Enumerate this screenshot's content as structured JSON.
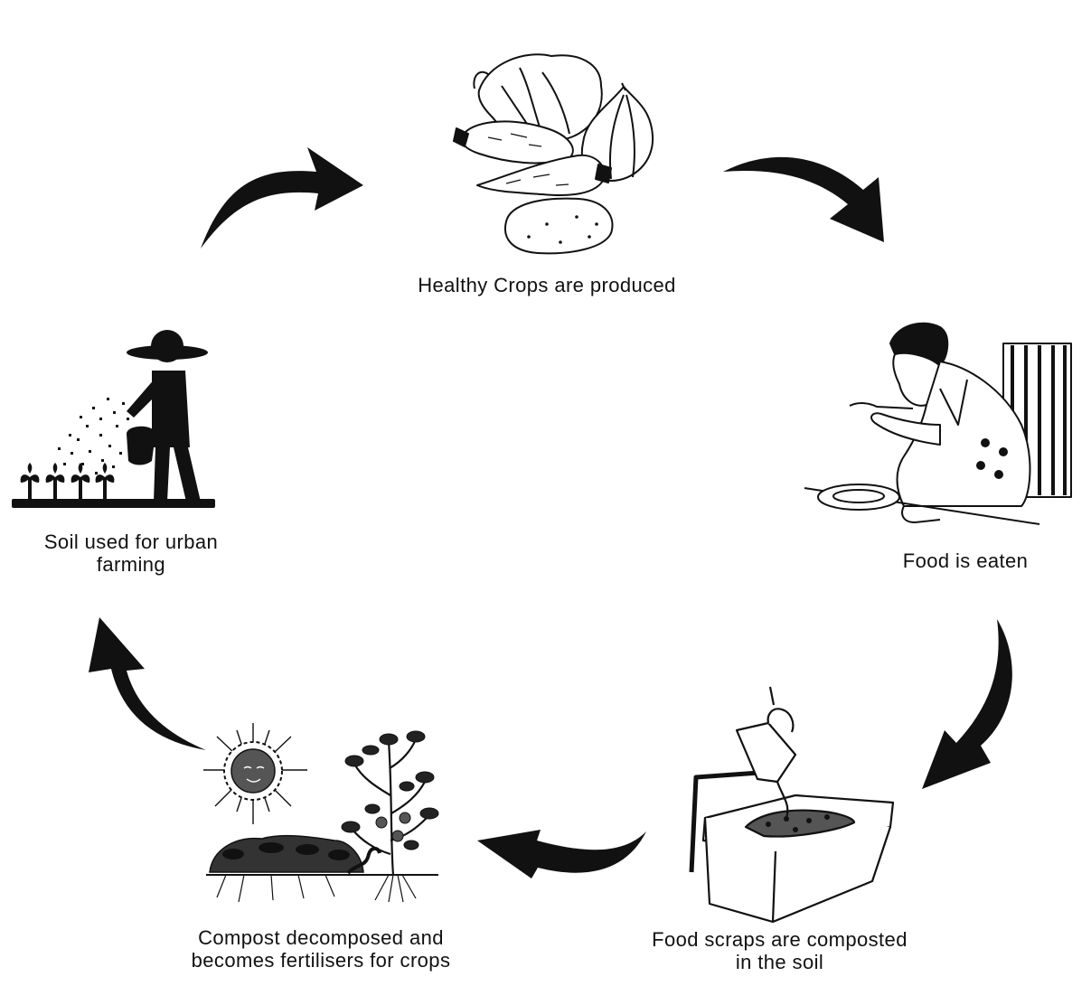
{
  "stages": {
    "crops": {
      "lines": [
        "Healthy Crops are produced"
      ],
      "icon": "vegetables-icon"
    },
    "eaten": {
      "lines": [
        "Food is eaten"
      ],
      "icon": "man-eating-icon"
    },
    "scraps": {
      "lines": [
        "Food scraps are composted",
        "in the soil"
      ],
      "icon": "compost-bin-icon"
    },
    "compost": {
      "lines": [
        "Compost decomposed and",
        "becomes fertilisers for crops"
      ],
      "icon": "sun-and-plant-icon"
    },
    "soil": {
      "lines": [
        "Soil used for urban",
        "farming"
      ],
      "icon": "farmer-sowing-icon"
    }
  },
  "colors": {
    "ink": "#111111",
    "background": "#ffffff"
  }
}
